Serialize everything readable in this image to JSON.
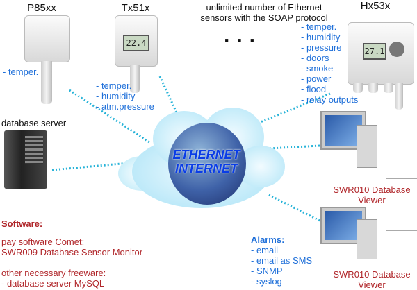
{
  "header": {
    "line1": "unlimited number of Ethernet",
    "line2": "sensors with the SOAP protocol",
    "ellipsis": "· · ·"
  },
  "devices": [
    {
      "name": "P85xx",
      "measures": [
        "- temper."
      ]
    },
    {
      "name": "Tx51x",
      "display": "22.4",
      "measures": [
        "- temper.",
        "- humidity",
        "- atm.pressure"
      ]
    },
    {
      "name": "Hx53x",
      "display": "27.1",
      "measures": [
        "- temper.",
        "- humidity",
        "- pressure",
        "- doors",
        "- smoke",
        "- power",
        "- flood",
        "- relay outputs"
      ]
    }
  ],
  "server": {
    "label": "database server"
  },
  "cloud": {
    "line1": "ETHERNET",
    "line2": "INTERNET"
  },
  "viewers": [
    {
      "line1": "SWR010 Database",
      "line2": "Viewer"
    },
    {
      "line1": "SWR010 Database",
      "line2": "Viewer"
    }
  ],
  "software": {
    "heading": "Software:",
    "pay_label": "pay software Comet:",
    "pay_product": "SWR009 Database Sensor Monitor",
    "free_label": "other necessary freeware:",
    "free_item": "- database server MySQL"
  },
  "alarms": {
    "heading": "Alarms:",
    "items": [
      "- email",
      "- email as SMS",
      "- SNMP",
      "- syslog"
    ]
  },
  "colors": {
    "blue": "#1e6fd9",
    "red": "#b0262a",
    "link": "#27b3d8"
  }
}
